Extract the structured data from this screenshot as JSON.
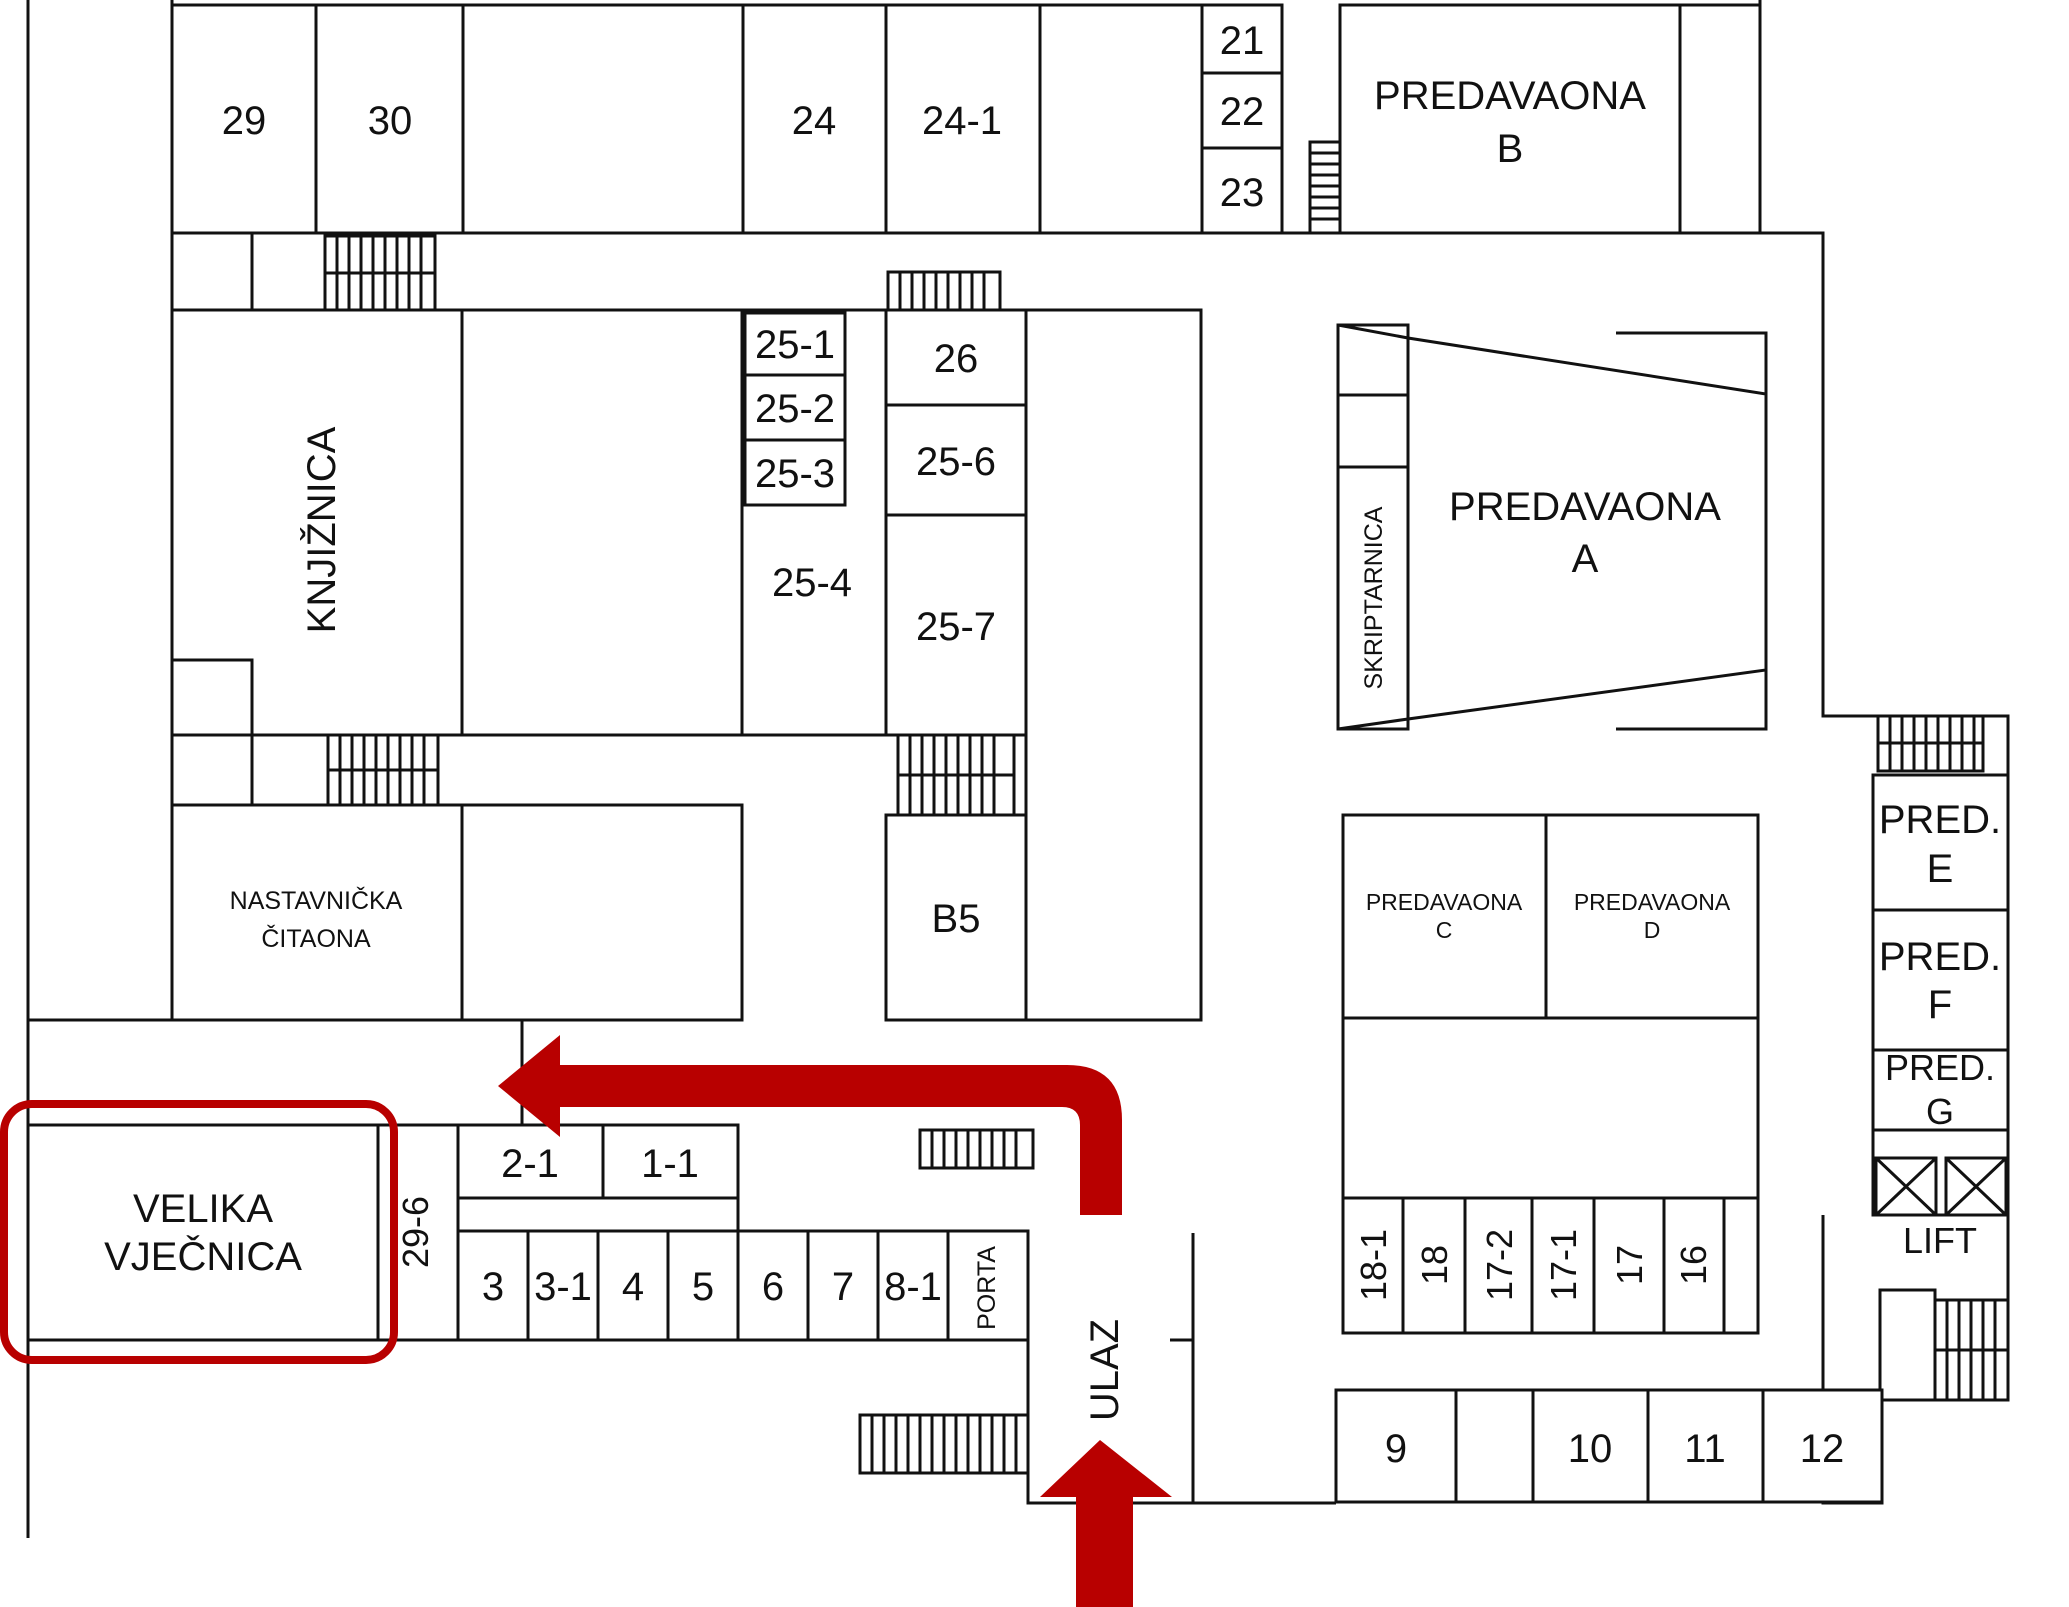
{
  "floor_plan": {
    "rooms": {
      "r29": "29",
      "r30": "30",
      "r24": "24",
      "r24_1": "24-1",
      "r21": "21",
      "r22": "22",
      "r23": "23",
      "predavaona_b": [
        "PREDAVAONA",
        "B"
      ],
      "knjiznica": "KNJIŽNICA",
      "r25_1": "25-1",
      "r25_2": "25-2",
      "r25_3": "25-3",
      "r25_4": "25-4",
      "r26": "26",
      "r25_6": "25-6",
      "r25_7": "25-7",
      "skriptarnica": "SKRIPTARNICA",
      "predavaona_a": [
        "PREDAVAONA",
        "A"
      ],
      "nastavnicka": [
        "NASTAVNIČKA",
        "ČITAONA"
      ],
      "b5": "B5",
      "predavaona_c": [
        "PREDAVAONA",
        "C"
      ],
      "predavaona_d": [
        "PREDAVAONA",
        "D"
      ],
      "pred_e": [
        "PRED.",
        "E"
      ],
      "pred_f": [
        "PRED.",
        "F"
      ],
      "pred_g": [
        "PRED.",
        "G"
      ],
      "lift": "LIFT",
      "velika_vjecnica": [
        "VELIKA",
        "VJEČNICA"
      ],
      "r29_6": "29-6",
      "r2_1": "2-1",
      "r1_1": "1-1",
      "bottom_row": [
        "3",
        "3-1",
        "4",
        "5",
        "6",
        "7",
        "8-1"
      ],
      "porta": "PORTA",
      "ulaz": "ULAZ",
      "side_rooms": [
        "18-1",
        "18",
        "17-2",
        "17-1",
        "17",
        "16"
      ],
      "r9": "9",
      "r10": "10",
      "r11": "11",
      "r12": "12"
    },
    "colors": {
      "route": "#b80000",
      "walls": "#111111",
      "background": "#ffffff"
    },
    "icons": [
      "stairs-icon",
      "lift-icon",
      "route-arrow-icon"
    ]
  }
}
